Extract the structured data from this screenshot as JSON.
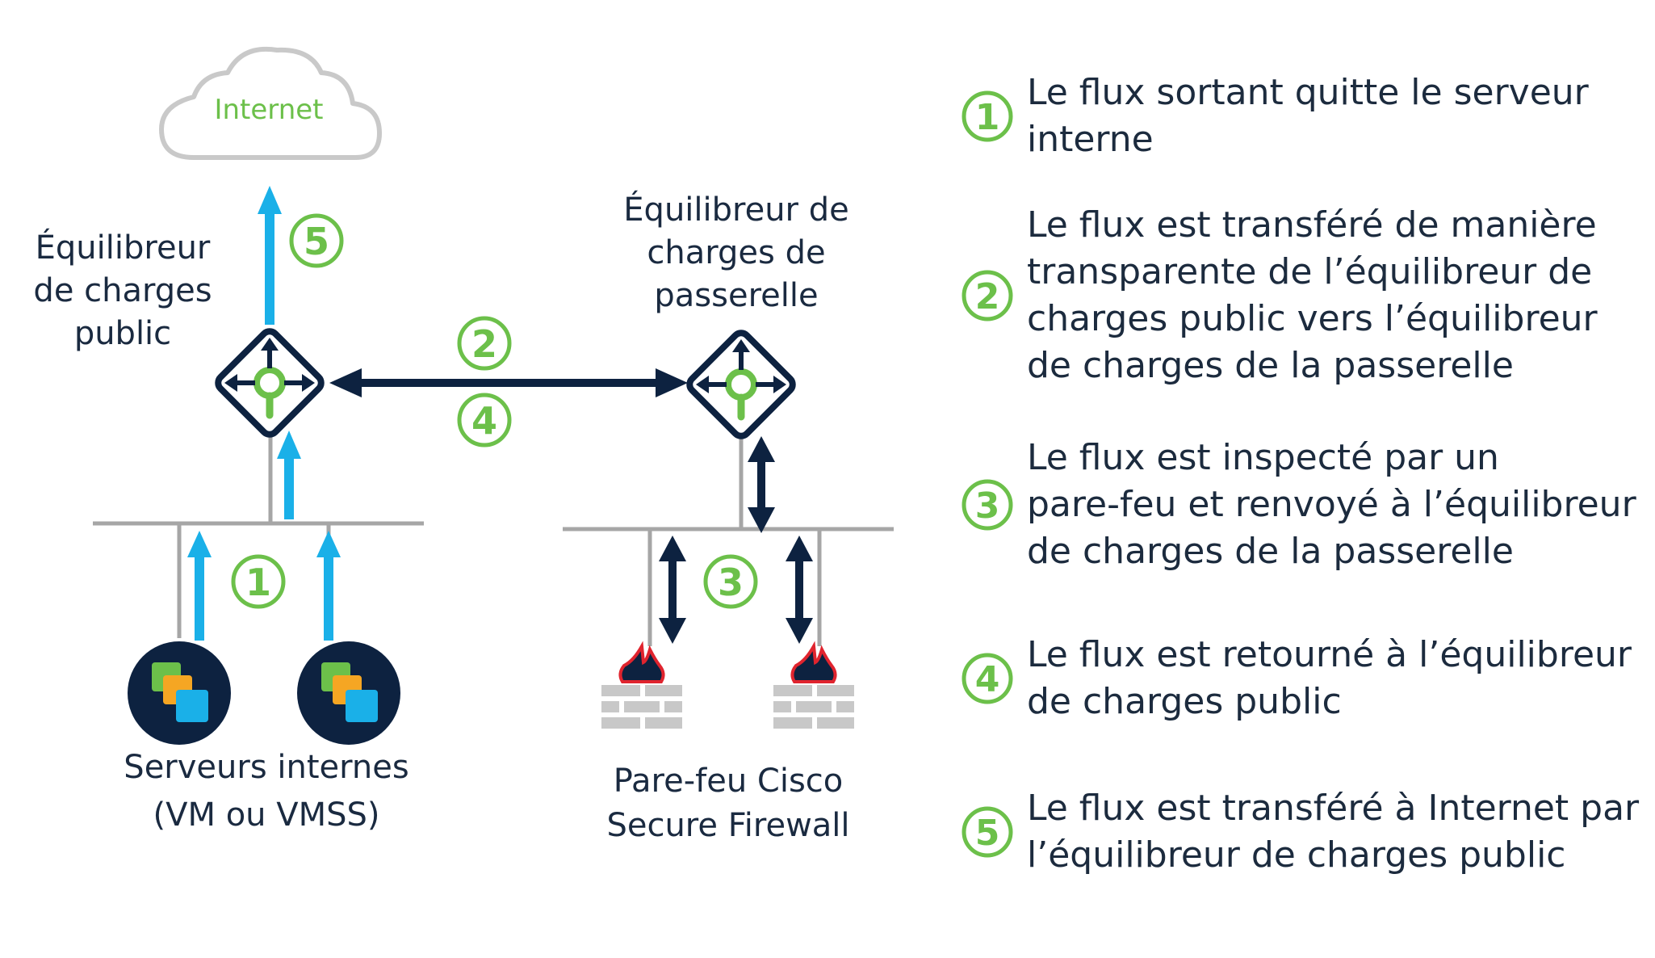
{
  "colors": {
    "navy": "#0d2240",
    "arrow_blue": "#1ab0e8",
    "badge_green": "#6cc04a",
    "line_gray": "#a6a6a6",
    "firewall_red": "#e0242e",
    "firewall_brick": "#c8c8c8",
    "vm_green": "#6cc04a",
    "vm_orange": "#f5a623",
    "vm_blue": "#1ab0e8"
  },
  "diagram": {
    "cloud_label": "Internet",
    "public_lb_label": [
      "Équilibreur",
      "de charges",
      "public"
    ],
    "gateway_lb_label": [
      "Équilibreur de",
      "charges de",
      "passerelle"
    ],
    "servers_label": [
      "Serveurs internes",
      "(VM ou VMSS)"
    ],
    "firewall_label": [
      "Pare-feu Cisco",
      "Secure Firewall"
    ],
    "badges": [
      "1",
      "2",
      "3",
      "4",
      "5"
    ],
    "icons": [
      "cloud-icon",
      "load-balancer-icon",
      "vm-icon",
      "firewall-icon"
    ]
  },
  "legend": {
    "steps": [
      {
        "number": "1",
        "lines": [
          "Le flux sortant quitte le serveur",
          "interne"
        ]
      },
      {
        "number": "2",
        "lines": [
          "Le flux est transféré de manière",
          "transparente de l’équilibreur de",
          "charges public vers l’équilibreur",
          "de charges de la passerelle"
        ]
      },
      {
        "number": "3",
        "lines": [
          "Le flux est inspecté par un",
          "pare-feu et renvoyé à l’équilibreur",
          "de charges de la passerelle"
        ]
      },
      {
        "number": "4",
        "lines": [
          "Le flux est retourné à l’équilibreur",
          "de charges public"
        ]
      },
      {
        "number": "5",
        "lines": [
          "Le flux est transféré à Internet par",
          "l’équilibreur de charges public"
        ]
      }
    ]
  }
}
